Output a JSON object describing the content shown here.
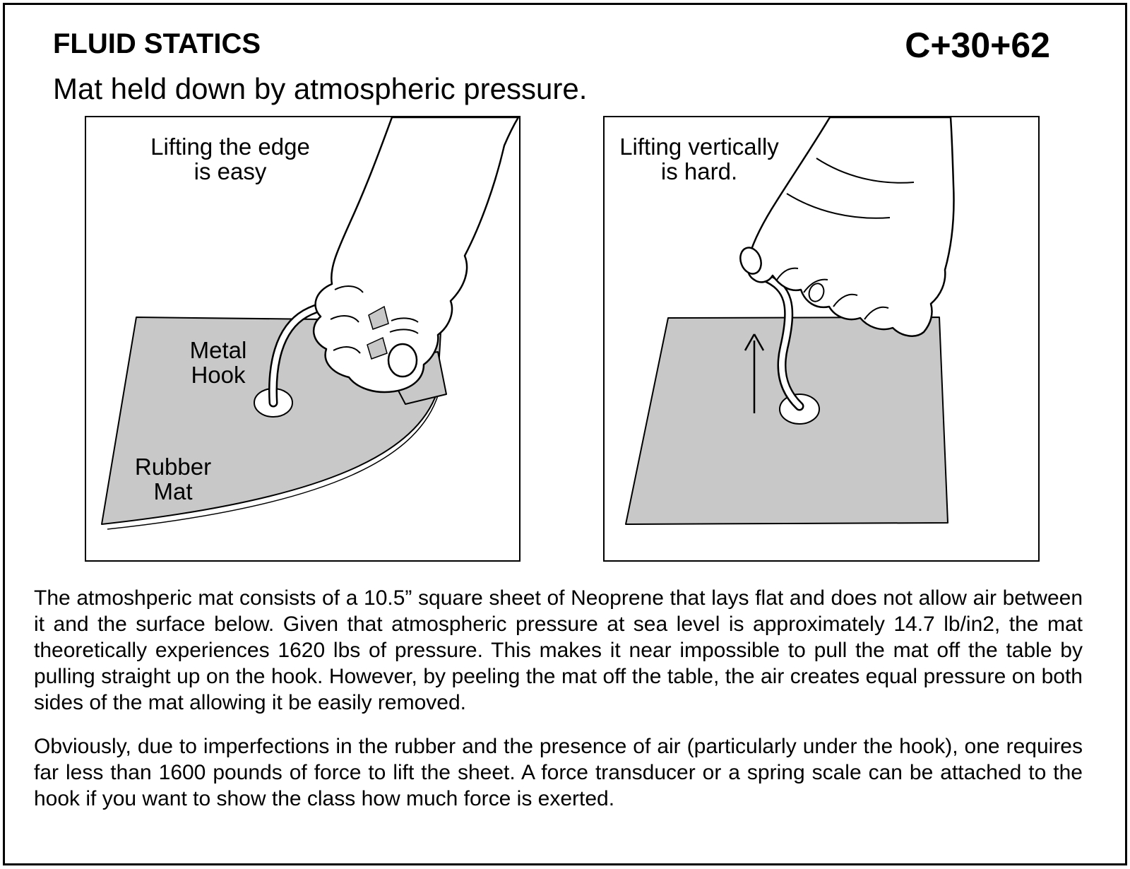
{
  "page": {
    "title": "FLUID STATICS",
    "code": "C+30+62",
    "subtitle": "Mat held down by atmospheric pressure."
  },
  "panels": {
    "left": {
      "caption_line1": "Lifting the edge",
      "caption_line2": "is easy",
      "hook_label_line1": "Metal",
      "hook_label_line2": "Hook",
      "mat_label_line1": "Rubber",
      "mat_label_line2": "Mat"
    },
    "right": {
      "caption_line1": "Lifting vertically",
      "caption_line2": "is hard."
    }
  },
  "body": {
    "paragraph1": "The atmoshperic mat consists of a 10.5” square sheet of Neoprene that lays flat and does not allow air between it and the surface below. Given that atmospheric pressure at sea level is approximately 14.7 lb/in2, the mat theoretically experiences 1620 lbs of pressure. This makes it near impossible to pull the mat off the table by pulling straight up on the hook. However, by peeling the mat off the table, the air creates equal pressure on both sides of the mat allowing it be easily removed.",
    "paragraph2": "Obviously, due to imperfections in the rubber and the presence of air (particularly under the hook), one requires far less than 1600 pounds of force to lift the sheet. A force transducer or a spring scale can be attached to the hook if you want to show the class how much force is exerted."
  },
  "colors": {
    "mat_gray": "#c8c8c8",
    "line_black": "#000000",
    "background": "#ffffff"
  }
}
